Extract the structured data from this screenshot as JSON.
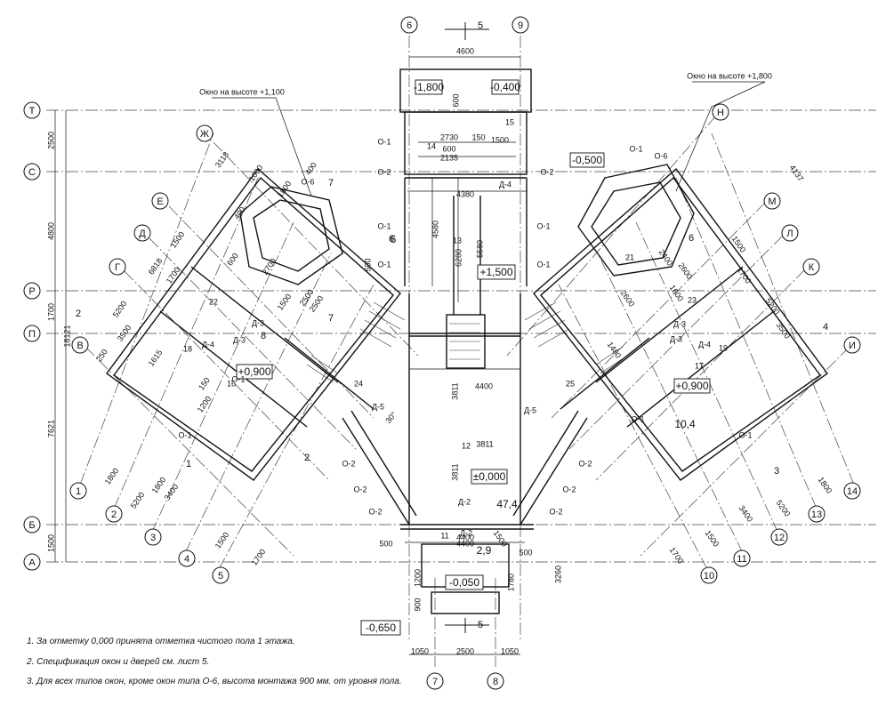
{
  "axes_h": [
    "Т",
    "С",
    "Р",
    "П",
    "Б",
    "А"
  ],
  "axes_diag_left": [
    "Ж",
    "Е",
    "Д",
    "Г",
    "В"
  ],
  "axes_diag_right": [
    "Н",
    "М",
    "Л",
    "К",
    "И"
  ],
  "axes_num_top": [
    "6",
    "9"
  ],
  "axes_num_bottom": [
    "7",
    "8"
  ],
  "axes_num_left": [
    "1",
    "2",
    "3",
    "4",
    "5"
  ],
  "axes_num_right": [
    "10",
    "11",
    "12",
    "13",
    "14"
  ],
  "left_dims": [
    "2500",
    "4800",
    "1700",
    "7621",
    "1500",
    "18121"
  ],
  "top_dims": [
    "4600",
    "2730",
    "150",
    "1500",
    "2135",
    "600",
    "4380",
    "4580",
    "6280",
    "5580",
    "600",
    "500"
  ],
  "bottom_dims": [
    "1050",
    "2500",
    "1050",
    "1200",
    "900",
    "1780",
    "500",
    "4400",
    "500",
    "3260"
  ],
  "misc_dims": {
    "center": [
      "3811",
      "4400",
      "3811",
      "4400",
      "3811"
    ],
    "left_wing": [
      "1800",
      "1800",
      "5200",
      "3400",
      "1500",
      "1700",
      "1000",
      "1800",
      "400",
      "400",
      "3118",
      "6818",
      "5200",
      "1500",
      "1700",
      "3500",
      "250",
      "1615",
      "150",
      "2700",
      "2500",
      "1500",
      "2500",
      "600",
      "1200"
    ],
    "right_wing": [
      "4137",
      "2600",
      "2400",
      "1600",
      "2600",
      "1500",
      "1700",
      "5200",
      "3500",
      "1480",
      "1800",
      "3400",
      "5200",
      "1500",
      "1700",
      "1500"
    ]
  },
  "section_marks": [
    "5",
    "5",
    "7",
    "7",
    "8",
    "6",
    "4",
    "3",
    "1",
    "2",
    "6",
    "2"
  ],
  "window_callouts": {
    "left": "Окно на высоте +1,100",
    "right": "Окно на высоте +1,800"
  },
  "levels": [
    "-1,800",
    "-0,400",
    "+1,500",
    "+0,900",
    "+0,900",
    "±0,000",
    "-0,050",
    "-0,650",
    "-0,500"
  ],
  "areas": [
    "6",
    "10,4",
    "47,4",
    "2,9"
  ],
  "room_numbers": [
    "14",
    "15",
    "13",
    "12",
    "21",
    "22",
    "23",
    "24",
    "25",
    "18",
    "19",
    "16",
    "17",
    "11"
  ],
  "doors": [
    "Д-4",
    "Д-3",
    "Д-3",
    "Д-4",
    "Д-5",
    "Д-5",
    "Д-3",
    "Д-3",
    "Д-4",
    "Д-2",
    "Д-2"
  ],
  "windows": [
    "О-1",
    "О-1",
    "О-1",
    "О-1",
    "О-1",
    "О-1",
    "О-1",
    "О-1",
    "О-1",
    "О-1",
    "О-6",
    "О-6",
    "О-2",
    "О-2",
    "О-2",
    "О-2",
    "О-2",
    "О-2",
    "О-2",
    "О-2"
  ],
  "angle_note": "30°",
  "notes": [
    "1. За отметку 0,000 принята отметка чистого пола 1 этажа.",
    "2. Спецификация окон и дверей см. лист 5.",
    "3. Для всех типов окон, кроме окон типа О-6, высота монтажа 900 мм. от уровня пола."
  ]
}
